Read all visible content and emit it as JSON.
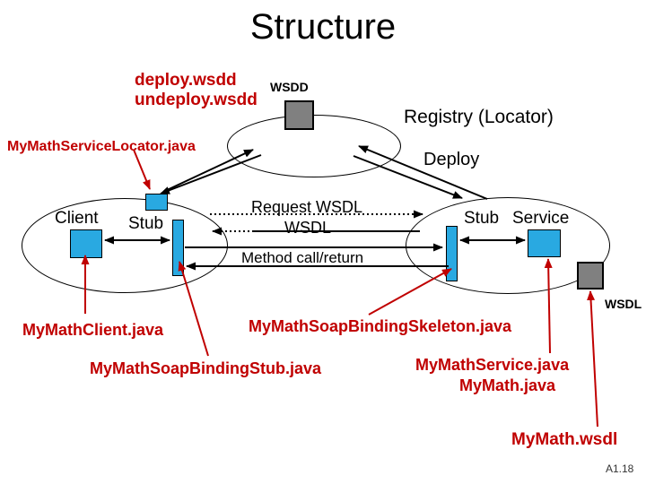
{
  "slide": {
    "title": "Structure",
    "page_number": "A1.18"
  },
  "colors": {
    "node_blue": "#29A9E1",
    "artifact_gray": "#808080",
    "annotation_red": "#C00000",
    "ink": "#000000"
  },
  "registry": {
    "label": "Registry (Locator)",
    "wsdd_label": "WSDD",
    "deploy_files": [
      "deploy.wsdd",
      "undeploy.wsdd"
    ],
    "locator_file": "MyMathServiceLocator.java",
    "deploy_label": "Deploy"
  },
  "client_side": {
    "label": "Client",
    "stub_label": "Stub",
    "client_file": "MyMathClient.java",
    "stub_file": "MyMathSoapBindingStub.java"
  },
  "service_side": {
    "stub_label": "Stub",
    "service_label": "Service",
    "skeleton_file": "MyMathSoapBindingSkeleton.java",
    "service_file": "MyMathService.java",
    "interface_file": "MyMath.java",
    "wsdl_label": "WSDL",
    "wsdl_file": "MyMath.wsdl"
  },
  "messages": {
    "request_wsdl": "Request WSDL",
    "wsdl_response": "WSDL",
    "method_call": "Method call/return"
  }
}
